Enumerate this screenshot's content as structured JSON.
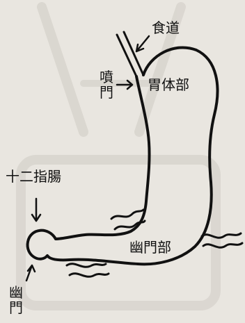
{
  "labels": {
    "esophagus": "食道",
    "cardia": "噴門",
    "body": "胃体部",
    "duodenum": "十二指腸",
    "pyloric_part": "幽門部",
    "pylorus": "幽門"
  },
  "colors": {
    "background": "#e9e6e0",
    "ink": "#111111",
    "watermark": "#cfcbc4"
  }
}
